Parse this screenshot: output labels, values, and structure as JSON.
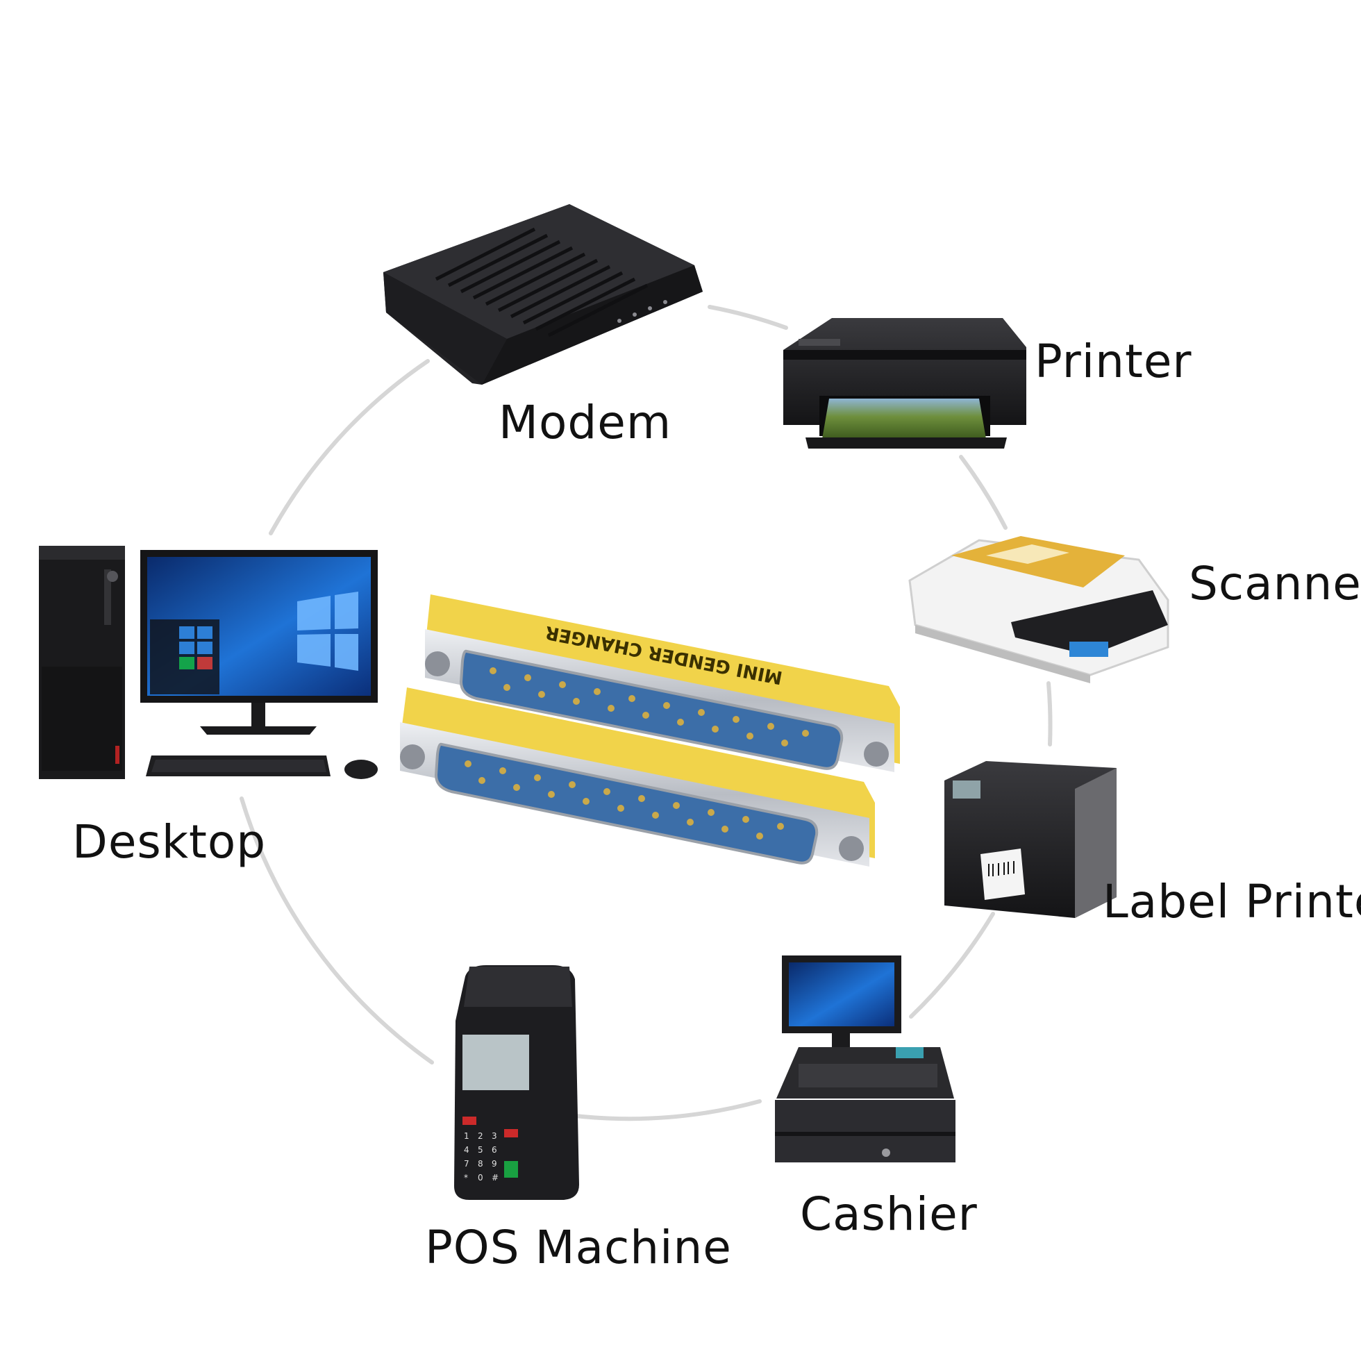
{
  "devices": {
    "modem": "Modem",
    "printer": "Printer",
    "scanner": "Scanner",
    "label_printer": "Label Printe",
    "cashier": "Cashier",
    "pos_machine": "POS Machine",
    "desktop": "Desktop"
  },
  "adapter": {
    "imprint": "MINI GENDER CHANGER"
  },
  "pos_keypad": {
    "keys": [
      "1",
      "2",
      "3",
      "4",
      "5",
      "6",
      "7",
      "8",
      "9",
      "*",
      "0",
      "#"
    ]
  },
  "colors": {
    "ring": "#d6d6d6",
    "adapter_yellow": "#f1d34a",
    "adapter_steel": "#c9ccd2",
    "pin_blue": "#2f5d96",
    "windows_blue": "#1f73d6",
    "device_black": "#1b1b1d",
    "label_text": "#111111"
  }
}
